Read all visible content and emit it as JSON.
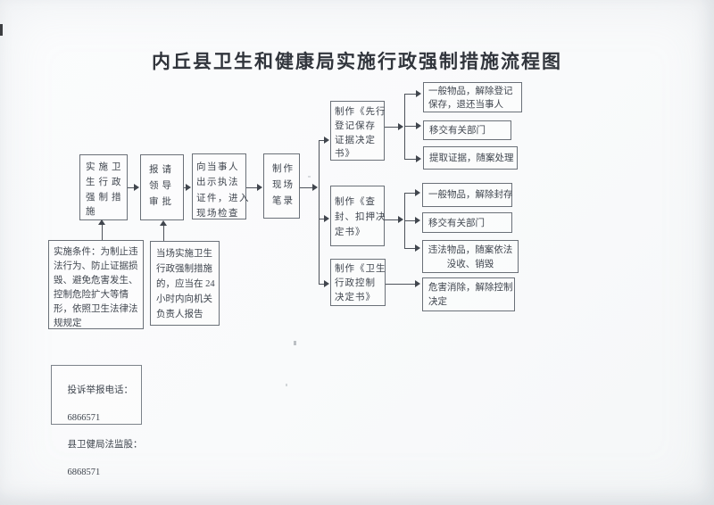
{
  "page": {
    "title": "内丘县卫生和健康局实施行政强制措施流程图"
  },
  "flow": {
    "implement": [
      "实施卫",
      "生行政",
      "强制措",
      "施"
    ],
    "approval": [
      "报请",
      "领导",
      "审批"
    ],
    "show_credentials": [
      "向当事人",
      "出示执法",
      "证件，进入",
      "现场检查"
    ],
    "site_record": [
      "制作",
      "现场",
      "笔录"
    ],
    "doc_register": [
      "制作《先行",
      "登记保存",
      "证据决定",
      "书》"
    ],
    "doc_seal": [
      "制作《查",
      "封、扣押决",
      "定书》"
    ],
    "doc_control": [
      "制作《卫生",
      "行政控制",
      "决定书》"
    ],
    "out_register_1": [
      "一般物品，解除登记",
      "保存，退还当事人"
    ],
    "out_register_2": "移交有关部门",
    "out_register_3": "提取证据，随案处理",
    "out_seal_1": "一般物品，解除封存",
    "out_seal_2": "移交有关部门",
    "out_seal_3": [
      "违法物品，随案依法",
      "没收、销毁"
    ],
    "out_control_1": [
      "危害消除，解除控制",
      "决定"
    ]
  },
  "notes": {
    "condition": [
      "实施条件：为制止违",
      "法行为、防止证据损",
      "毁、避免危害发生、",
      "控制危险扩大等情",
      "形，依照卫生法律法",
      "规规定"
    ],
    "report": [
      "当场实施卫生",
      "行政强制措施",
      "的，应当在 24",
      "小时内向机关",
      "负责人报告"
    ]
  },
  "contact": {
    "line1": "投诉举报电话：",
    "line2": "6866571",
    "line3": "县卫健局法监股：",
    "line4": "6868571"
  }
}
